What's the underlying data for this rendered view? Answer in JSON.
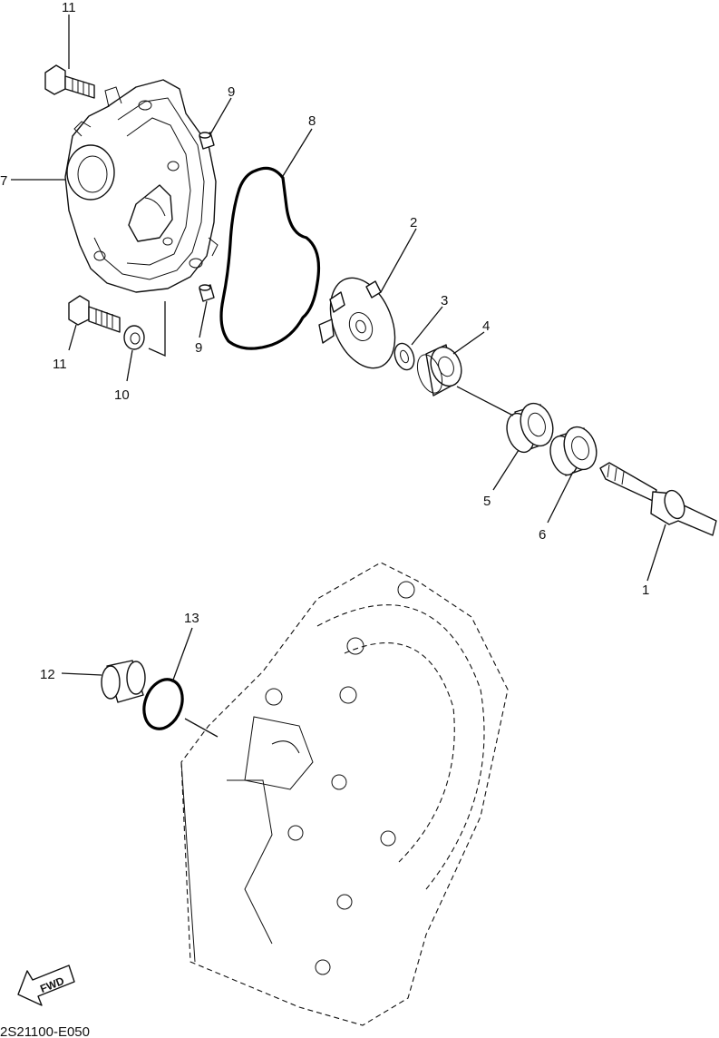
{
  "diagram": {
    "code": "2S21100-E050",
    "fwd_label": "FWD",
    "callouts": [
      {
        "id": "c1",
        "text": "1"
      },
      {
        "id": "c2",
        "text": "2"
      },
      {
        "id": "c3",
        "text": "3"
      },
      {
        "id": "c4",
        "text": "4"
      },
      {
        "id": "c5",
        "text": "5"
      },
      {
        "id": "c6",
        "text": "6"
      },
      {
        "id": "c7",
        "text": "7"
      },
      {
        "id": "c8",
        "text": "8"
      },
      {
        "id": "c9a",
        "text": "9"
      },
      {
        "id": "c9b",
        "text": "9"
      },
      {
        "id": "c10",
        "text": "10"
      },
      {
        "id": "c11a",
        "text": "11"
      },
      {
        "id": "c11b",
        "text": "11"
      },
      {
        "id": "c12",
        "text": "12"
      },
      {
        "id": "c13",
        "text": "13"
      }
    ]
  }
}
